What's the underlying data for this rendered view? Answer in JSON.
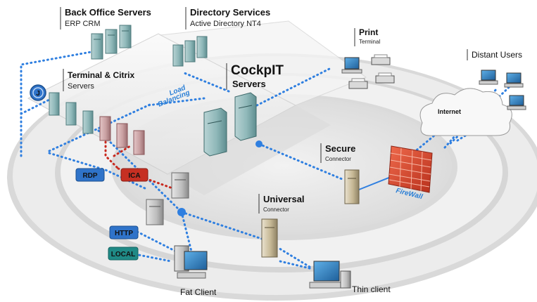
{
  "colors": {
    "flow_blue": "#2f7fe0",
    "flow_red": "#c8281e",
    "firewall_red": "#d8452c",
    "badge_blue": "#2f73c9",
    "badge_red": "#c62f22",
    "badge_teal": "#1f8a86",
    "server_teal": "#8fb8b9",
    "server_red": "#c9a0a2"
  },
  "labels": {
    "back_office_title": "Back Office Servers",
    "back_office_sub": "ERP CRM",
    "directory_title": "Directory Services",
    "directory_sub": "Active Directory NT4",
    "terminal_title": "Terminal & Citrix",
    "terminal_sub": "Servers",
    "cockpit_title": "CockpIT",
    "cockpit_sub": "Servers",
    "load_line1": "Load",
    "load_line2": "Balancing",
    "print_title": "Print",
    "print_sub": "Terminal",
    "distant_users": "Distant Users",
    "internet": "Internet",
    "secure_title": "Secure",
    "secure_sub": "Connector",
    "firewall": "FireWall",
    "universal_title": "Universal",
    "universal_sub": "Connector",
    "fat_client": "Fat Client",
    "thin_client": "Thin client"
  },
  "badges": {
    "rdp": "RDP",
    "ica": "ICA",
    "http": "HTTP",
    "local": "LOCAL",
    "j": "J"
  },
  "icons": [
    "server-icon",
    "printer-icon",
    "desktop-computer-icon",
    "firewall-icon",
    "cloud-icon",
    "java-badge-icon"
  ]
}
